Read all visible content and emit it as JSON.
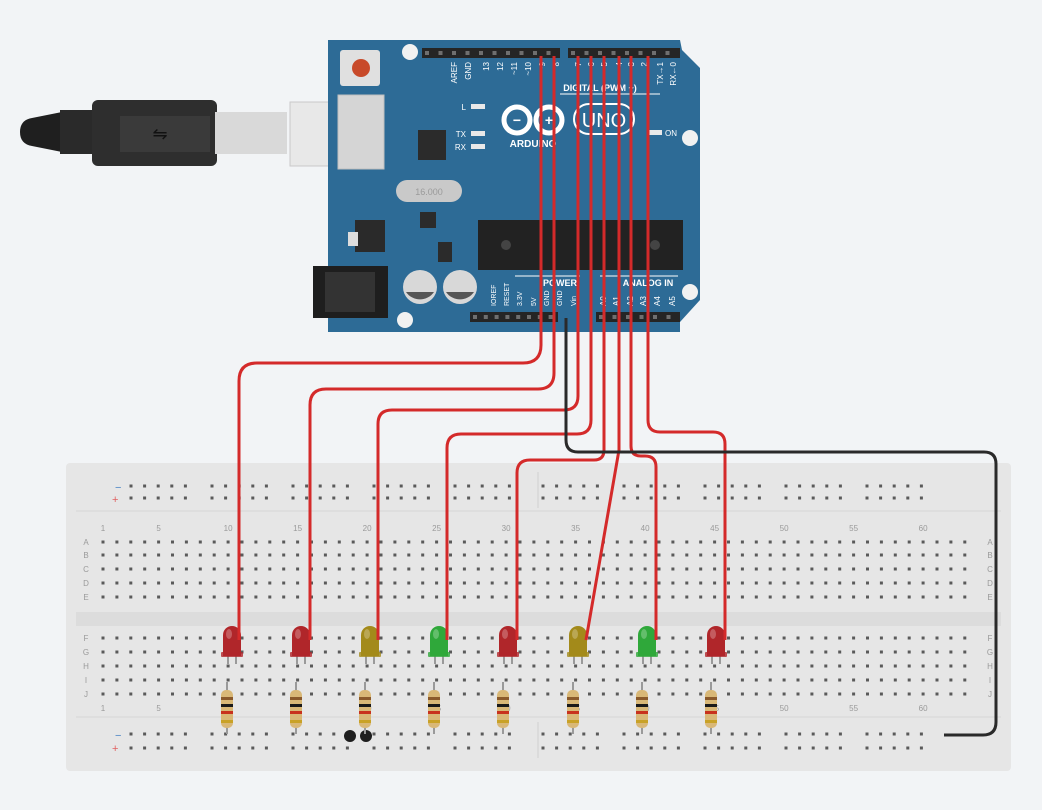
{
  "board": {
    "brand_text": "ARDUINO",
    "model_text": "UNO",
    "crystal_text": "16.000",
    "on_label": "ON",
    "led_labels": [
      "L",
      "TX",
      "RX"
    ],
    "digital_header_labels": [
      "AREF",
      "GND",
      "13",
      "12",
      "~11",
      "~10",
      "~9",
      "8"
    ],
    "digital_header_right_labels": [
      "7",
      "~6",
      "~5",
      "4",
      "~3",
      "2",
      "TX→1",
      "RX←0"
    ],
    "digital_title": "DIGITAL (PWM ~)",
    "power_title": "POWER",
    "analog_title": "ANALOG IN",
    "power_pins": [
      "IOREF",
      "RESET",
      "3.3V",
      "5V",
      "GND",
      "GND",
      "Vin"
    ],
    "analog_pins": [
      "A0",
      "A1",
      "A2",
      "A3",
      "A4",
      "A5"
    ]
  },
  "breadboard": {
    "row_letters": [
      "A",
      "B",
      "C",
      "D",
      "E",
      "F",
      "G",
      "H",
      "I",
      "J"
    ],
    "column_numbers": [
      "1",
      "5",
      "10",
      "15",
      "20",
      "25",
      "30",
      "35",
      "40",
      "45",
      "50",
      "55",
      "60"
    ],
    "rail_minus": "−",
    "rail_plus": "+"
  },
  "leds": [
    {
      "color": "#b0262a"
    },
    {
      "color": "#b0262a"
    },
    {
      "color": "#a38a1a"
    },
    {
      "color": "#2fa83a"
    },
    {
      "color": "#b0262a"
    },
    {
      "color": "#a38a1a"
    },
    {
      "color": "#2fa83a"
    },
    {
      "color": "#b0262a"
    }
  ],
  "colors": {
    "board_blue": "#2d6b96",
    "wire_red": "#d42a2a",
    "wire_black": "#2a2a2a",
    "breadboard": "#e6e6e6"
  }
}
